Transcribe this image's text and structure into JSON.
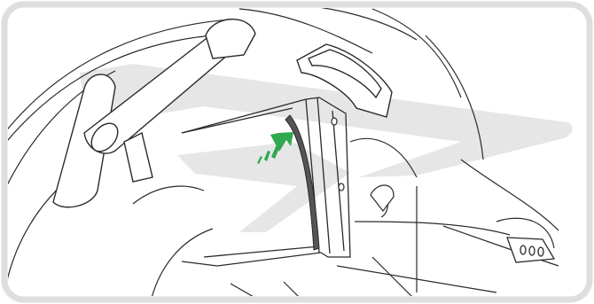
{
  "illustration": {
    "subject": "stroller-seat-frame-side-view",
    "highlighted_part": "side-trim-strip",
    "action": "press-in-arrow",
    "watermark": "logo-watermark"
  },
  "colors": {
    "frame_border": "#dedede",
    "line_art": "#2a2a2a",
    "watermark": "#e4e4e4",
    "highlight_strip": "#555555",
    "arrow": "#2fa84f"
  }
}
